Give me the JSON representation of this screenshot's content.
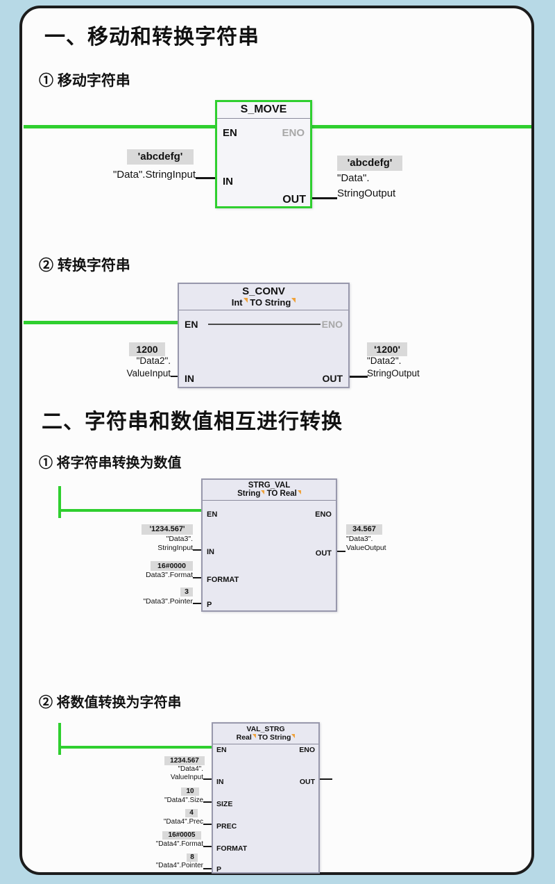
{
  "colors": {
    "background": "#b7d9e6",
    "card": "#fcfcfc",
    "rail_green": "#2fcf2f",
    "block_fill": "#e8e8f1",
    "value_highlight": "#d9d9d9",
    "type_marker_orange": "#f0a23a"
  },
  "section1": {
    "title": "一、移动和转换字符串",
    "move": {
      "heading": "① 移动字符串",
      "block_title": "S_MOVE",
      "pins": {
        "en": "EN",
        "eno": "ENO",
        "in": "IN",
        "out": "OUT"
      },
      "input_value": "'abcdefg'",
      "input_operand": "\"Data\".StringInput",
      "output_value": "'abcdefg'",
      "output_operand_l1": "\"Data\".",
      "output_operand_l2": "StringOutput"
    },
    "convert": {
      "heading": "② 转换字符串",
      "block_title": "S_CONV",
      "type_from": "Int",
      "type_keyword": "TO",
      "type_to": "String",
      "pins": {
        "en": "EN",
        "eno": "ENO",
        "in": "IN",
        "out": "OUT"
      },
      "input_value": "1200",
      "input_operand_l1": "\"Data2\".",
      "input_operand_l2": "ValueInput",
      "output_value": "'1200'",
      "output_operand_l1": "\"Data2\".",
      "output_operand_l2": "StringOutput"
    }
  },
  "section2": {
    "title": "二、字符串和数值相互进行转换",
    "strg_val": {
      "heading": "① 将字符串转换为数值",
      "block_title": "STRG_VAL",
      "type_from": "String",
      "type_keyword": "TO",
      "type_to": "Real",
      "pins": {
        "en": "EN",
        "eno": "ENO",
        "in": "IN",
        "format": "FORMAT",
        "p": "P",
        "out": "OUT"
      },
      "in_value": "'1234.567'",
      "in_operand_l1": "\"Data3\".",
      "in_operand_l2": "StringInput",
      "format_value": "16#0000",
      "format_operand": "Data3\".Format",
      "p_value": "3",
      "p_operand": "\"Data3\".Pointer",
      "out_value": "34.567",
      "out_operand_l1": "\"Data3\".",
      "out_operand_l2": "ValueOutput"
    },
    "val_strg": {
      "heading": "② 将数值转换为字符串",
      "block_title": "VAL_STRG",
      "type_from": "Real",
      "type_keyword": "TO",
      "type_to": "String",
      "pins": {
        "en": "EN",
        "eno": "ENO",
        "in": "IN",
        "size": "SIZE",
        "prec": "PREC",
        "format": "FORMAT",
        "p": "P",
        "out": "OUT"
      },
      "in_value": "1234.567",
      "in_operand_l1": "\"Data4\".",
      "in_operand_l2": "ValueInput",
      "size_value": "10",
      "size_operand": "\"Data4\".Size",
      "prec_value": "4",
      "prec_operand": "\"Data4\".Prec",
      "format_value": "16#0005",
      "format_operand": "\"Data4\".Format",
      "p_value": "8",
      "p_operand": "\"Data4\".Pointer"
    }
  }
}
